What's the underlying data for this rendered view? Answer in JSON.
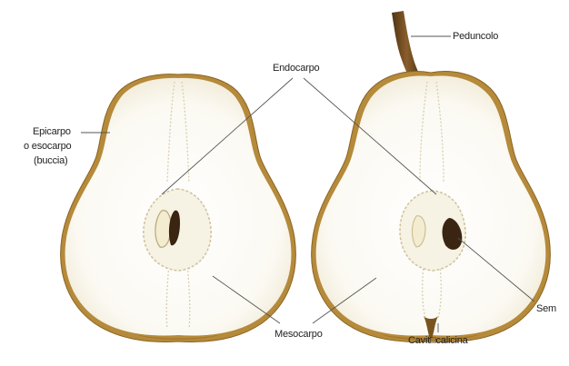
{
  "labels": {
    "epicarpo_line1": "Epicarpo",
    "epicarpo_line2": "o esocarpo",
    "epicarpo_line3": "(buccia)",
    "endocarpo": "Endocarpo",
    "peduncolo": "Peduncolo",
    "mesocarpo": "Mesocarpo",
    "cavita_calicina": "Cavit□calicina",
    "seme": "Sem"
  },
  "colors": {
    "skin": "#b58a3a",
    "skin_dark": "#8a6322",
    "flesh": "#ffffff",
    "flesh_shade": "#f3efe2",
    "core_fiber": "#cfc29a",
    "seed": "#3a2412",
    "stem": "#6e4a22",
    "leader_line": "#555555",
    "text": "#222222"
  }
}
